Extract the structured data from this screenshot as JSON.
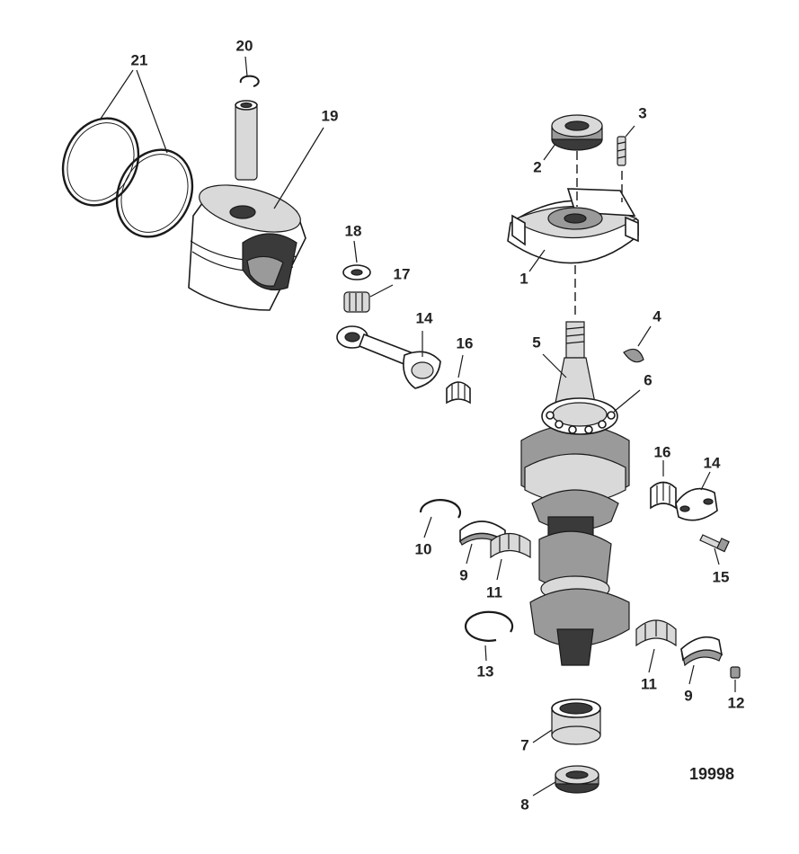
{
  "figure_id": "19998",
  "callouts": [
    "1",
    "2",
    "3",
    "4",
    "5",
    "6",
    "7",
    "8",
    "9",
    "9",
    "10",
    "11",
    "11",
    "12",
    "13",
    "14",
    "14",
    "15",
    "16",
    "16",
    "17",
    "18",
    "19",
    "20",
    "21"
  ]
}
